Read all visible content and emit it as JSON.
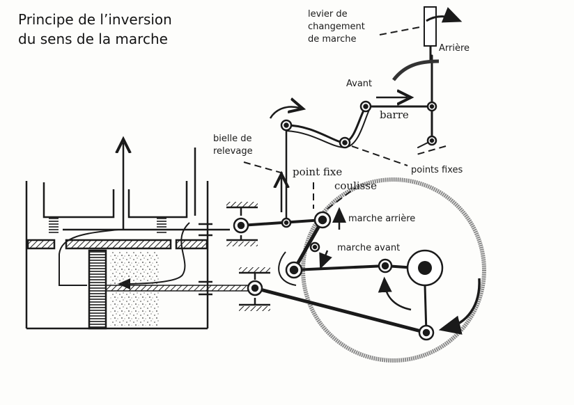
{
  "title": {
    "line1": "Principe de l’inversion",
    "line2": "du sens de la marche"
  },
  "labels": {
    "lever": [
      "levier de",
      "changement",
      "de marche"
    ],
    "arriere": "Arrière",
    "avant": "Avant",
    "barre": "barre",
    "bielle": [
      "bielle de",
      "relevage"
    ],
    "point_fixe": "point fixe",
    "points_fixes": "points fixes",
    "coulisse": "coulisse",
    "marche_arriere": "marche arrière",
    "marche_avant": "marche avant"
  },
  "colors": {
    "ink": "#1a1a1a",
    "wheel": "#8a8a8a",
    "paper": "#fdfdfb"
  }
}
